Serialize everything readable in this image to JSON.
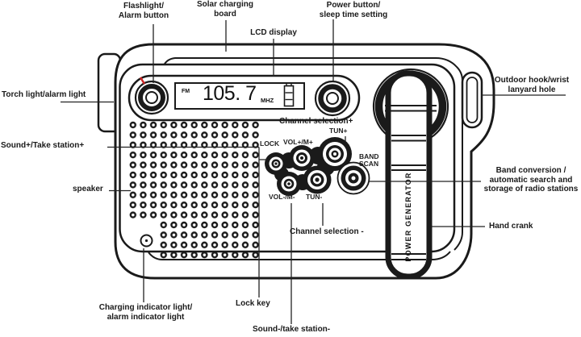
{
  "device": {
    "lcd": {
      "band": "FM",
      "frequency": "105. 7",
      "unit": "MHZ"
    },
    "crank": {
      "label": "POWER GENERATOR"
    },
    "controls": {
      "lock": "LOCK",
      "vol_plus": "VOL+/M+",
      "tun_plus": "TUN+",
      "vol_minus": "VOL-/M-",
      "tun_minus": "TUN-",
      "band_scan": [
        "BAND",
        "SCAN"
      ]
    }
  },
  "callouts": {
    "flashlight": [
      "Flashlight/",
      "Alarm button"
    ],
    "solar": [
      "Solar charging",
      "board"
    ],
    "lcd_display": [
      "LCD display"
    ],
    "power": [
      "Power button/",
      "sleep time setting"
    ],
    "outdoor_hook": [
      "Outdoor hook/wrist",
      "lanyard hole"
    ],
    "band_conversion": [
      "Band conversion /",
      "automatic search and",
      "storage of radio stations"
    ],
    "hand_crank": [
      "Hand crank"
    ],
    "torch_light": [
      "Torch light/alarm light"
    ],
    "sound_plus": [
      "Sound+/Take station+"
    ],
    "speaker": [
      "speaker"
    ],
    "charging_indicator": [
      "Charging indicator light/",
      "alarm indicator light"
    ],
    "lock_key": [
      "Lock key"
    ],
    "sound_minus": [
      "Sound-/take station-"
    ],
    "channel_plus": [
      "Channel selection+"
    ],
    "channel_minus": [
      "Channel selection -"
    ]
  },
  "colors": {
    "line": "#1a1a1a",
    "accent_red": "#cc2222",
    "background": "#ffffff"
  }
}
